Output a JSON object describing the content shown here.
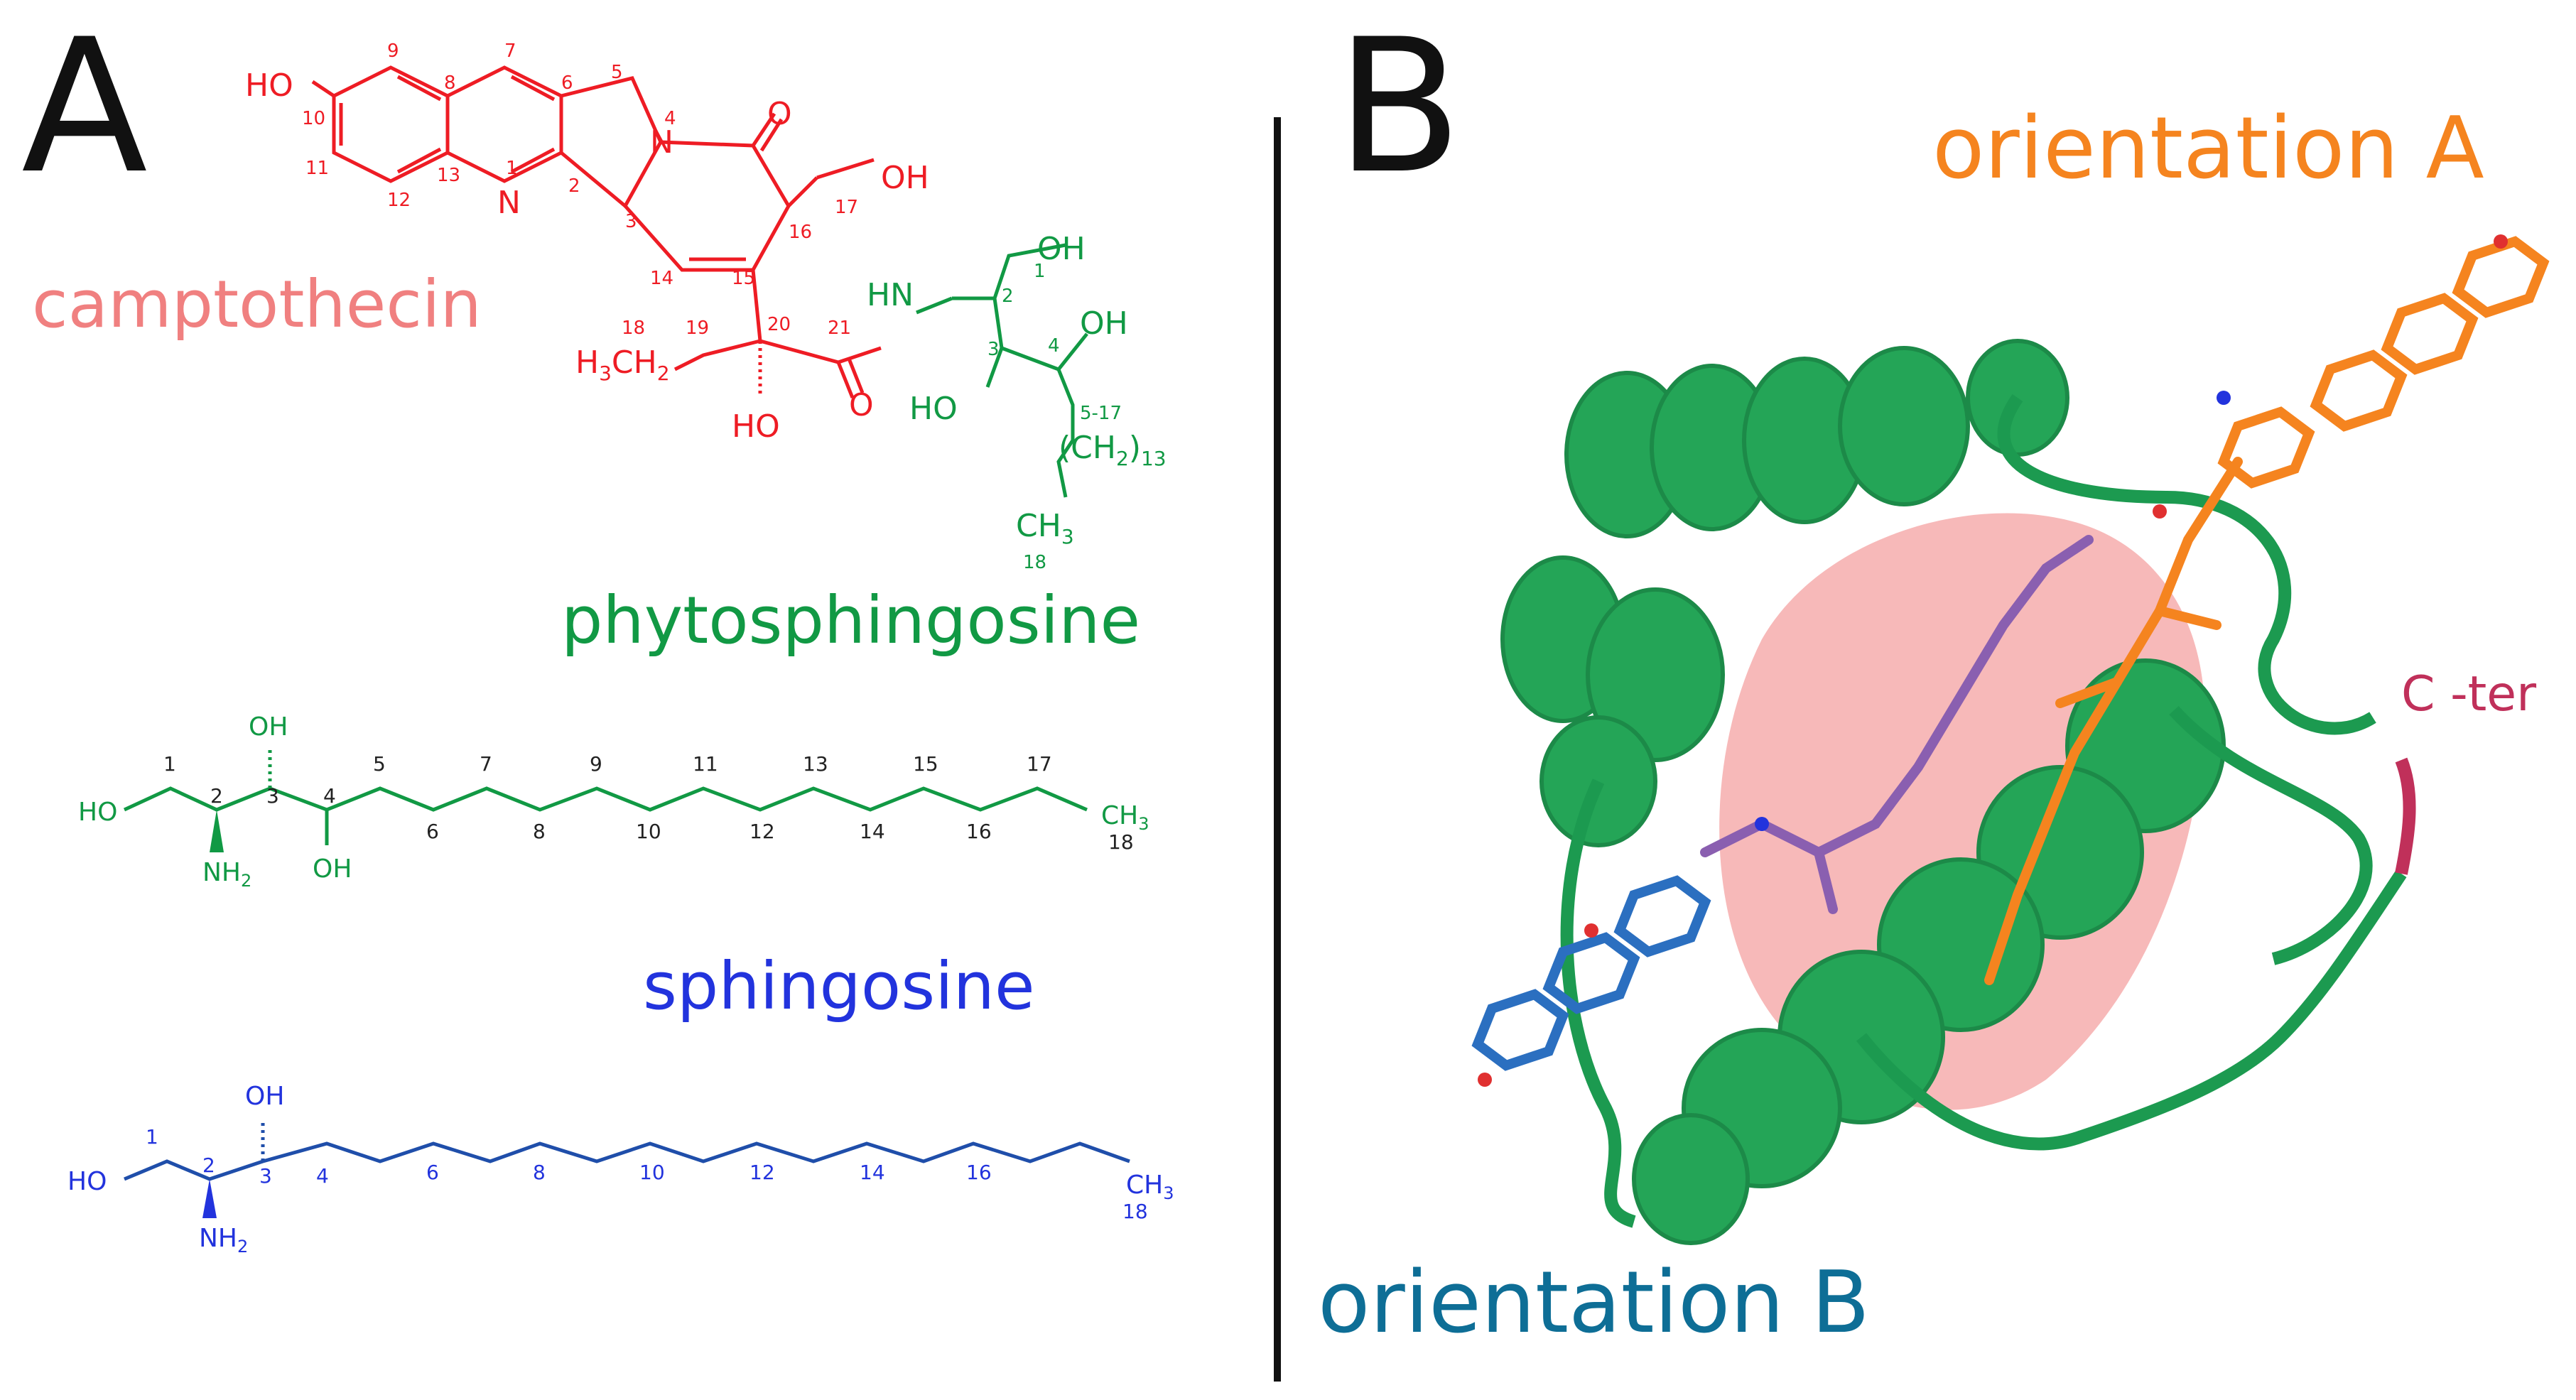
{
  "panels": {
    "a_letter": "A",
    "b_letter": "B"
  },
  "labels": {
    "camptothecin": "camptothecin",
    "phytosphingosine": "phytosphingosine",
    "sphingosine": "sphingosine",
    "orientation_a": "orientation A",
    "orientation_b": "orientation B",
    "c_ter": "C -ter"
  },
  "atoms": {
    "HO": "HO",
    "OH": "OH",
    "N": "N",
    "O": "O",
    "HN": "HN",
    "H3C": "H",
    "H3C_sub": "3",
    "CH2": "CH",
    "CH2_sub": "2",
    "CH2_paren_open": "(CH",
    "CH2_paren_close": ")",
    "sub_13": "13",
    "CH3": "CH",
    "CH3_sub": "3",
    "NH2": "NH",
    "NH2_sub": "2"
  },
  "camptothecin_numbers": [
    "1",
    "2",
    "3",
    "4",
    "5",
    "6",
    "7",
    "8",
    "9",
    "10",
    "11",
    "12",
    "13",
    "14",
    "15",
    "16",
    "17",
    "18",
    "19",
    "20",
    "21"
  ],
  "phyto_numbers": [
    "1",
    "2",
    "3",
    "4",
    "5-17",
    "18"
  ],
  "phyto_chain_numbers": [
    "1",
    "2",
    "3",
    "4",
    "5",
    "6",
    "7",
    "8",
    "9",
    "10",
    "11",
    "12",
    "13",
    "14",
    "15",
    "16",
    "17",
    "18"
  ],
  "sphingosine_chain_numbers": [
    "1",
    "2",
    "3",
    "4",
    "6",
    "8",
    "10",
    "12",
    "14",
    "16",
    "18"
  ],
  "colors": {
    "camptothecin": "#ee1c24",
    "camptothecin_label": "#f08080",
    "phytosphingosine": "#119944",
    "sphingosine": "#2233dd",
    "sphingosine_structure": "#1f4eaa",
    "protein": "#20a050",
    "orientation_a": "#f5841f",
    "orientation_b": "#0e6e96",
    "c_ter": "#c0305a",
    "pocket": "#f08080"
  }
}
